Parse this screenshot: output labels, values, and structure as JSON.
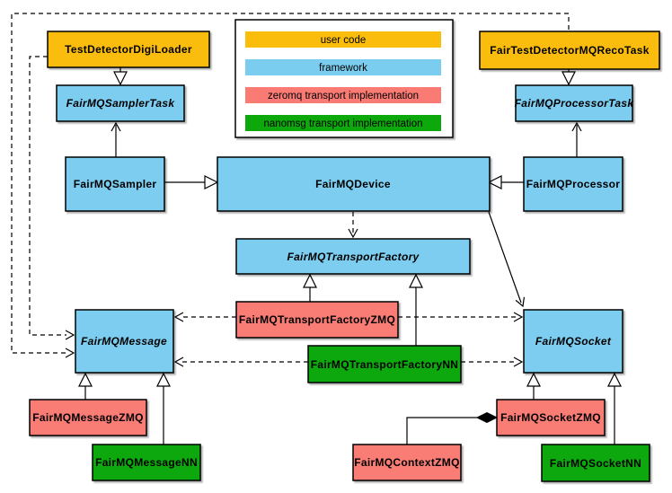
{
  "colors": {
    "user_code": "#FBBD0B",
    "framework": "#7BCDF0",
    "zeromq": "#F97B74",
    "nanomsg": "#0CA80C",
    "border": "#000000",
    "background": "#FFFFFF"
  },
  "nodes": {
    "test_detector_digi_loader": {
      "label": "TestDetectorDigiLoader",
      "category": "user code",
      "abstract": false
    },
    "fair_test_detector_mq_reco_task": {
      "label": "FairTestDetectorMQRecoTask",
      "category": "user code",
      "abstract": false
    },
    "fairmq_sampler_task": {
      "label": "FairMQSamplerTask",
      "category": "framework",
      "abstract": true
    },
    "fairmq_processor_task": {
      "label": "FairMQProcessorTask",
      "category": "framework",
      "abstract": true
    },
    "fairmq_sampler": {
      "label": "FairMQSampler",
      "category": "framework",
      "abstract": false
    },
    "fairmq_device": {
      "label": "FairMQDevice",
      "category": "framework",
      "abstract": false
    },
    "fairmq_processor": {
      "label": "FairMQProcessor",
      "category": "framework",
      "abstract": false
    },
    "fairmq_transport_factory": {
      "label": "FairMQTransportFactory",
      "category": "framework",
      "abstract": true
    },
    "fairmq_transport_factory_zmq": {
      "label": "FairMQTransportFactoryZMQ",
      "category": "zeromq transport implementation",
      "abstract": false
    },
    "fairmq_transport_factory_nn": {
      "label": "FairMQTransportFactoryNN",
      "category": "nanomsg transport implementation",
      "abstract": false
    },
    "fairmq_message": {
      "label": "FairMQMessage",
      "category": "framework",
      "abstract": true
    },
    "fairmq_socket": {
      "label": "FairMQSocket",
      "category": "framework",
      "abstract": true
    },
    "fairmq_message_zmq": {
      "label": "FairMQMessageZMQ",
      "category": "zeromq transport implementation",
      "abstract": false
    },
    "fairmq_message_nn": {
      "label": "FairMQMessageNN",
      "category": "nanomsg transport implementation",
      "abstract": false
    },
    "fairmq_socket_zmq": {
      "label": "FairMQSocketZMQ",
      "category": "zeromq transport implementation",
      "abstract": false
    },
    "fairmq_socket_nn": {
      "label": "FairMQSocketNN",
      "category": "nanomsg transport implementation",
      "abstract": false
    },
    "fairmq_context_zmq": {
      "label": "FairMQContextZMQ",
      "category": "zeromq transport implementation",
      "abstract": false
    }
  },
  "legend": {
    "items": [
      {
        "label": "user code",
        "color": "#FBBD0B"
      },
      {
        "label": "framework",
        "color": "#7BCDF0"
      },
      {
        "label": "zeromq transport implementation",
        "color": "#F97B74"
      },
      {
        "label": "nanomsg transport implementation",
        "color": "#0CA80C"
      }
    ]
  }
}
